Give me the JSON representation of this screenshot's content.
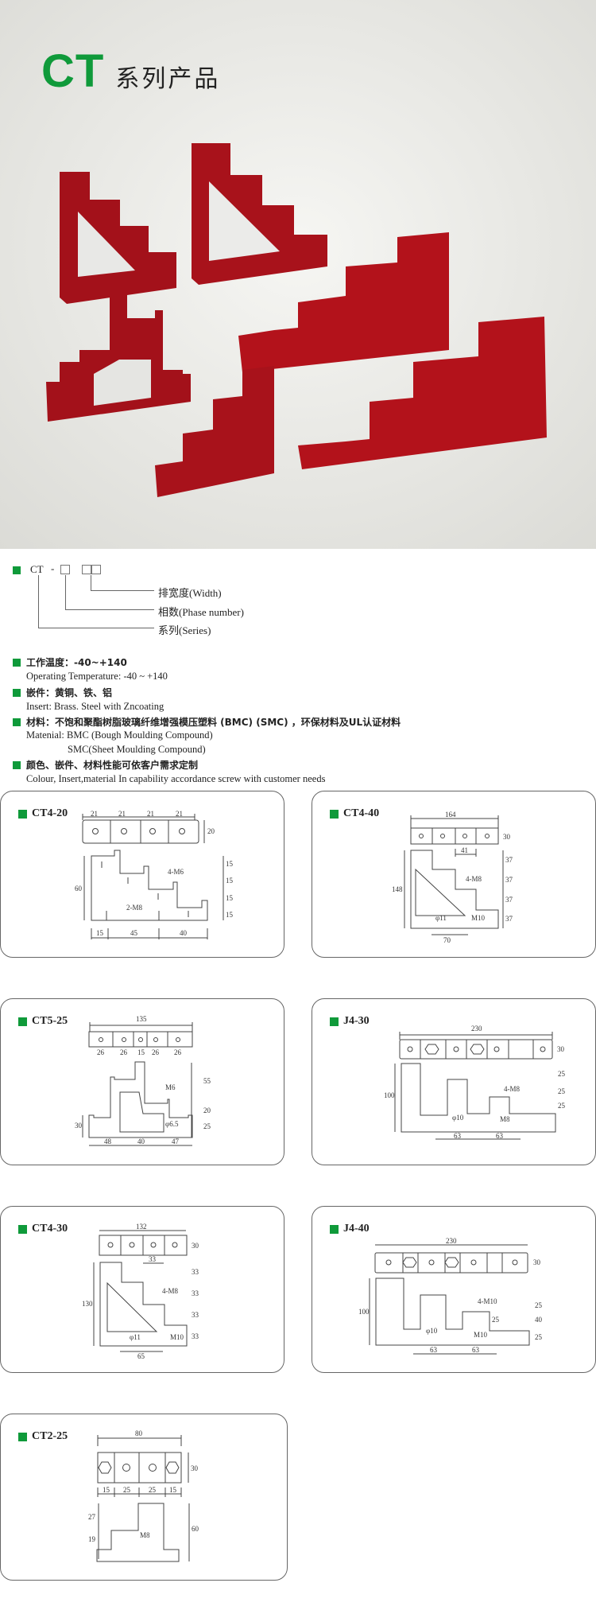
{
  "header": {
    "brand": "CT",
    "subtitle": "系列产品"
  },
  "colors": {
    "accent": "#0f9a3a",
    "product_red": "#b3121b",
    "background": "#ffffff"
  },
  "code_diagram": {
    "code": "CT",
    "dash": "-",
    "labels": [
      "排宽度(Width)",
      "相数(Phase number)",
      "系列(Series)"
    ]
  },
  "specs": [
    {
      "heading": "工作温度：-40~+140",
      "text": [
        "Operating Temperature: -40 ~ +140"
      ]
    },
    {
      "heading": "嵌件：黄铜、铁、铝",
      "text": [
        "Insert: Brass. Steel with Zncoating"
      ]
    },
    {
      "heading": "材料：不饱和聚酯树脂玻璃纤维增强模压塑料 (BMC) (SMC) ，环保材料及UL认证材料",
      "text": [
        "Matenial: BMC (Bough Moulding Compound)",
        "SMC(Sheet Moulding Compound)"
      ]
    },
    {
      "heading": "颜色、嵌件、材料性能可依客户需求定制",
      "text": [
        "Colour, Insert,material In capability accordance screw with customer needs"
      ]
    }
  ],
  "products": [
    {
      "name": "CT4-20",
      "dims": [
        "21",
        "21",
        "21",
        "21",
        "20",
        "60",
        "15",
        "15",
        "15",
        "15",
        "4-M6",
        "2-M8",
        "15",
        "45",
        "40"
      ]
    },
    {
      "name": "CT4-40",
      "dims": [
        "164",
        "30",
        "41",
        "148",
        "37",
        "37",
        "37",
        "37",
        "4-M8",
        "φ11",
        "M10",
        "70"
      ]
    },
    {
      "name": "CT5-25",
      "dims": [
        "135",
        "26",
        "26",
        "15",
        "26",
        "26",
        "M6",
        "φ6.5",
        "55",
        "20",
        "25",
        "30",
        "48",
        "40",
        "47"
      ]
    },
    {
      "name": "J4-30",
      "dims": [
        "230",
        "30",
        "100",
        "25",
        "25",
        "25",
        "4-M8",
        "φ10",
        "M8",
        "63",
        "63"
      ]
    },
    {
      "name": "CT4-30",
      "dims": [
        "132",
        "30",
        "33",
        "130",
        "33",
        "33",
        "33",
        "33",
        "4-M8",
        "φ11",
        "M10",
        "65"
      ]
    },
    {
      "name": "J4-40",
      "dims": [
        "230",
        "30",
        "100",
        "25",
        "40",
        "25",
        "25",
        "4-M10",
        "φ10",
        "M10",
        "63",
        "63"
      ]
    },
    {
      "name": "CT2-25",
      "dims": [
        "80",
        "30",
        "15",
        "25",
        "25",
        "15",
        "27",
        "19",
        "M8",
        "60"
      ]
    }
  ]
}
